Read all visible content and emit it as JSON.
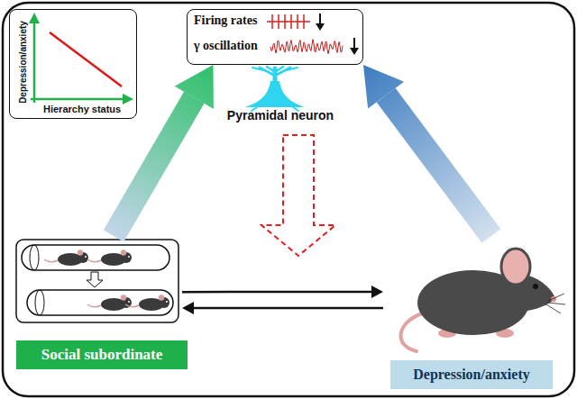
{
  "diagram": {
    "nodes": [
      {
        "text": [
          "Depression/anxiety",
          "Hierarchy status"
        ]
      },
      {
        "text": [
          "Firing rates",
          "γ oscillation"
        ]
      },
      {
        "text": [
          "Pyramidal neuron"
        ]
      },
      {
        "text": [
          "Social subordinate"
        ]
      },
      {
        "text": [
          "Depression/anxiety"
        ]
      }
    ],
    "edges": [
      {
        "from": 3,
        "to": 1,
        "arrow": "to"
      },
      {
        "from": 4,
        "to": 1,
        "arrow": "to"
      },
      {
        "from": 3,
        "to": 4,
        "arrow": "to"
      },
      {
        "from": 4,
        "to": 3,
        "arrow": "to"
      }
    ]
  }
}
